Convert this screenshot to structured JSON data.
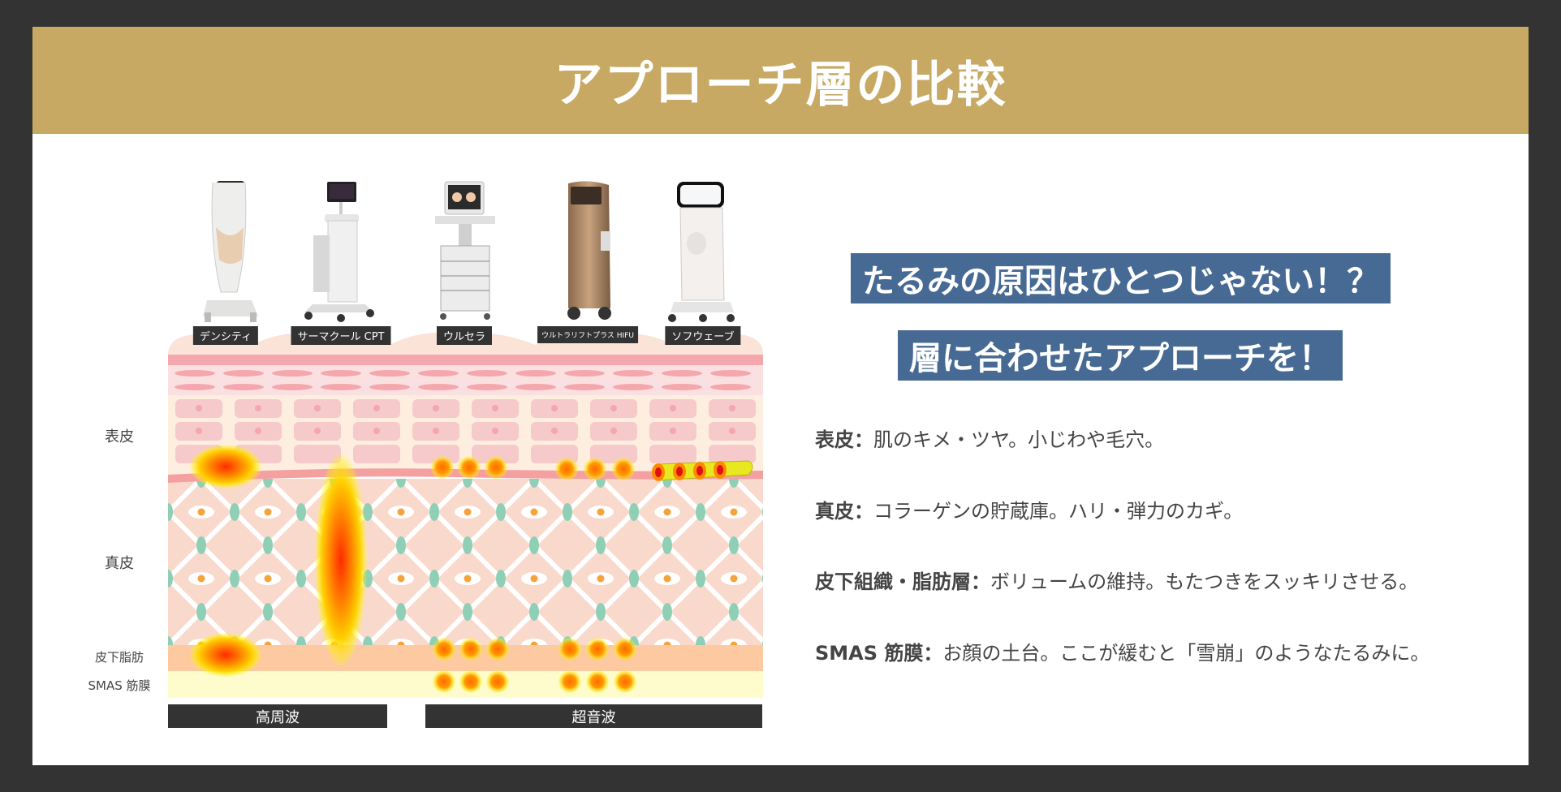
{
  "header": {
    "title": "アプローチ層の比較"
  },
  "colors": {
    "frame": "#333333",
    "header_bg": "#c7a964",
    "callout_bg": "#466a93",
    "label_bg": "#333333",
    "epidermis_top": "#f4a7ad",
    "epidermis_bg": "#fdeee0",
    "dermis_bg": "#f9d9cc",
    "fat_bg": "#fcc9a0",
    "smas_bg": "#fefccc",
    "fibroblast": "#8ecfb6",
    "heat_core": "#ff2a00",
    "heat_mid": "#ff8a00",
    "heat_edge": "#ffff00"
  },
  "diagram": {
    "layer_labels": [
      "表皮",
      "真皮",
      "皮下脂肪",
      "SMAS 筋膜"
    ],
    "devices": [
      {
        "name": "デンシティ",
        "tech": "高周波",
        "target": "表皮・皮下脂肪"
      },
      {
        "name": "サーマクール CPT",
        "tech": "高周波",
        "target": "真皮〜皮下脂肪"
      },
      {
        "name": "ウルセラ",
        "tech": "超音波",
        "target": "表皮・皮下脂肪・SMAS"
      },
      {
        "name": "ウルトラリフトプラス HIFU",
        "tech": "超音波",
        "target": "表皮・皮下脂肪・SMAS"
      },
      {
        "name": "ソフウェーブ",
        "tech": "超音波",
        "target": "表皮〜真皮境界"
      }
    ],
    "tech_bars": [
      "高周波",
      "超音波"
    ]
  },
  "callouts": [
    "たるみの原因はひとつじゃない！？",
    "層に合わせたアプローチを！"
  ],
  "descriptions": [
    {
      "term": "表皮：",
      "text": "肌のキメ・ツヤ。小じわや毛穴。"
    },
    {
      "term": "真皮：",
      "text": "コラーゲンの貯蔵庫。ハリ・弾力のカギ。"
    },
    {
      "term": "皮下組織・脂肪層：",
      "text": "ボリュームの維持。もたつきをスッキリさせる。"
    },
    {
      "term": "SMAS 筋膜：",
      "text": "お顔の土台。ここが緩むと「雪崩」のようなたるみに。"
    }
  ]
}
